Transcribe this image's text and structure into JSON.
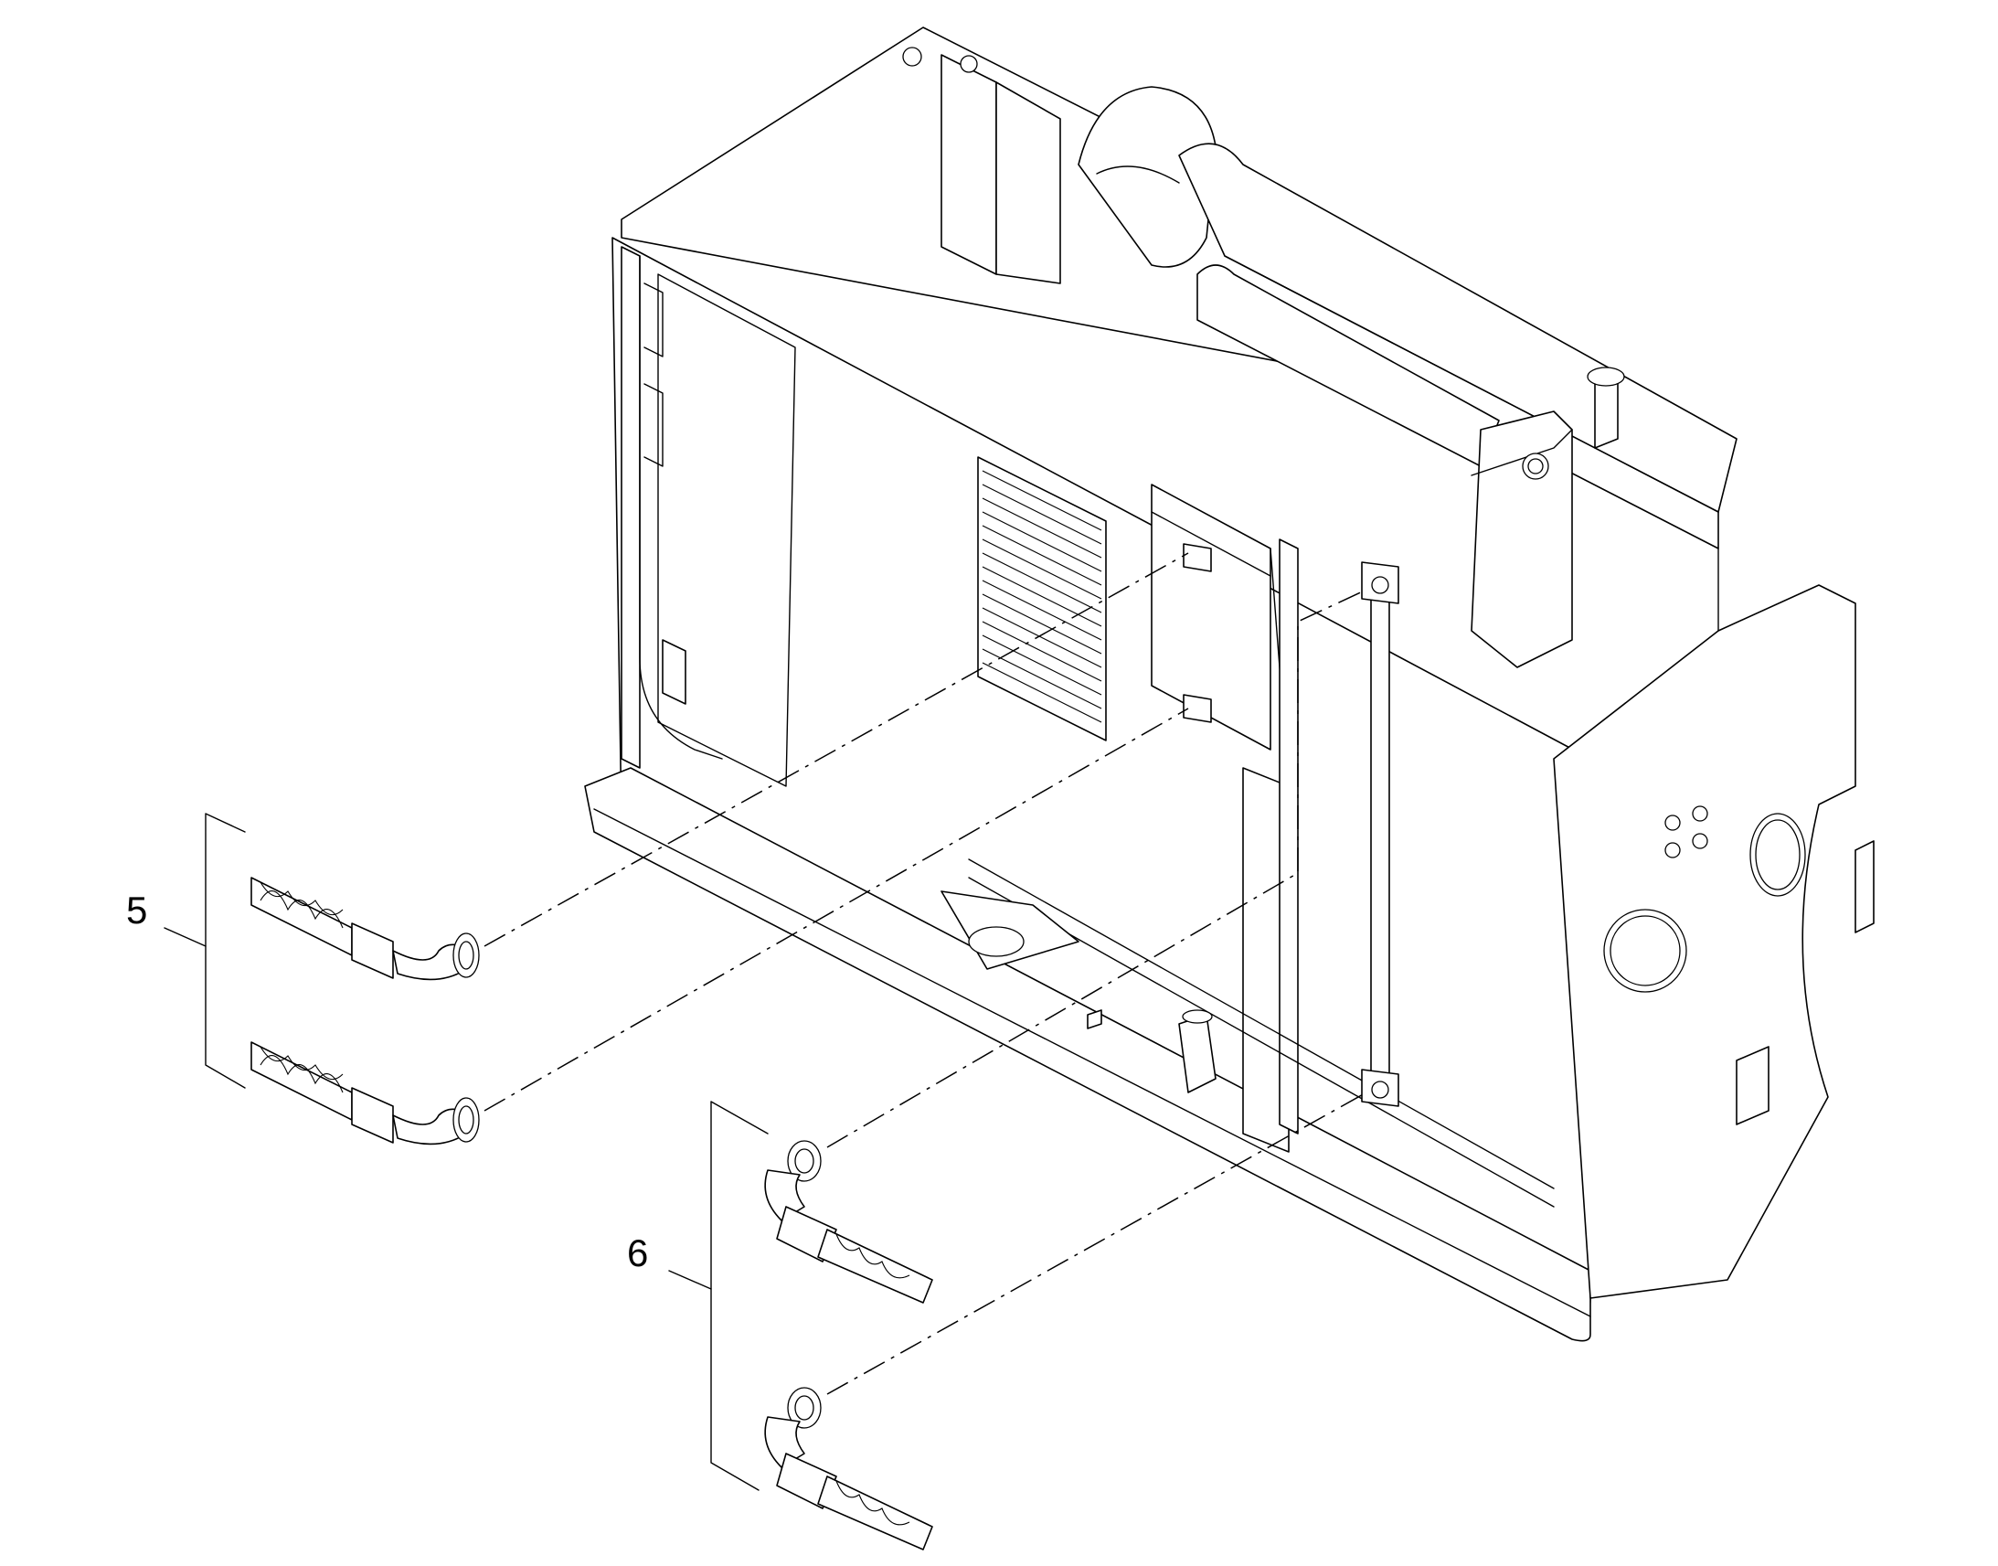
{
  "diagram": {
    "callouts": [
      {
        "id": "callout-5",
        "text": "5"
      },
      {
        "id": "callout-6",
        "text": "6"
      }
    ],
    "parts": {
      "group_5": [
        "hose-5-upper",
        "hose-5-lower"
      ],
      "group_6": [
        "hose-6-upper",
        "hose-6-lower"
      ]
    },
    "colors": {
      "line": "#000000",
      "background": "#ffffff"
    }
  }
}
